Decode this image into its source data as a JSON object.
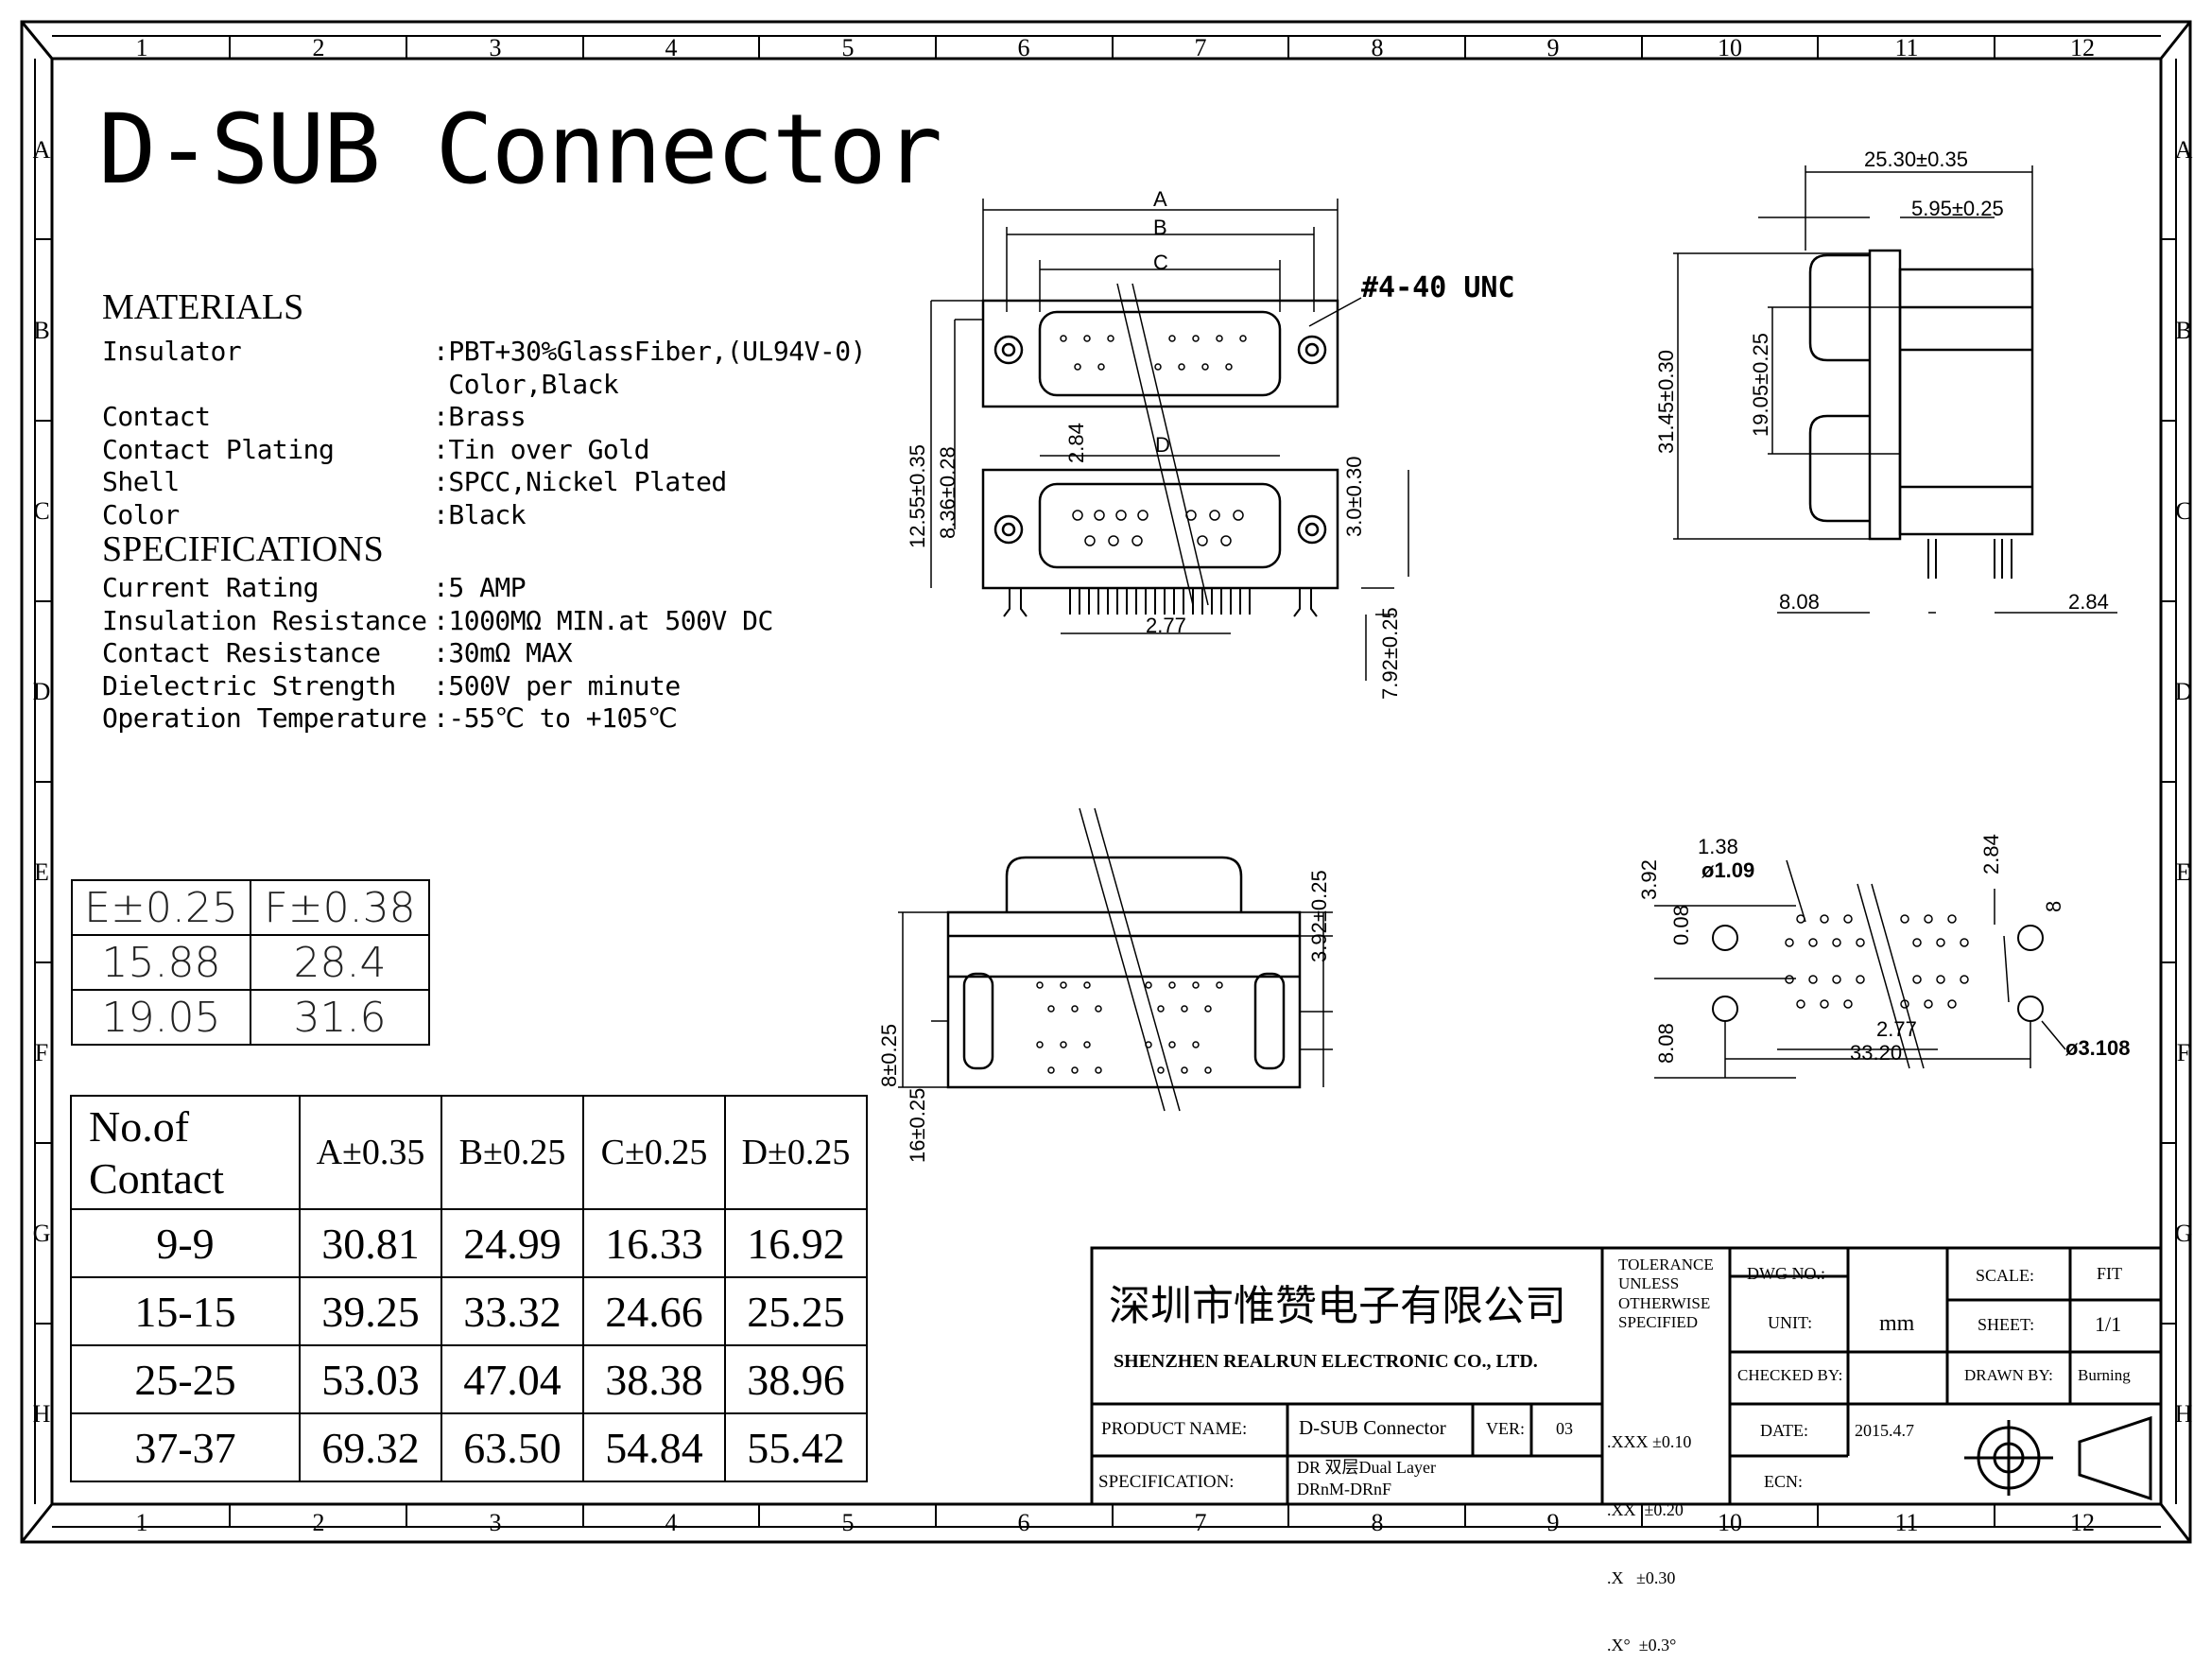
{
  "title": "D-SUB Connector",
  "zones": {
    "columns": [
      "1",
      "2",
      "3",
      "4",
      "5",
      "6",
      "7",
      "8",
      "9",
      "10",
      "11",
      "12"
    ],
    "rows": [
      "A",
      "B",
      "C",
      "D",
      "E",
      "F",
      "G",
      "H"
    ]
  },
  "materials": {
    "heading": "MATERIALS",
    "items": [
      {
        "label": "Insulator",
        "value": ":PBT+30%GlassFiber,(UL94V-0)"
      },
      {
        "label": "",
        "value": " Color,Black"
      },
      {
        "label": "Contact",
        "value": ":Brass"
      },
      {
        "label": "Contact Plating",
        "value": ":Tin over Gold"
      },
      {
        "label": "Shell",
        "value": ":SPCC,Nickel Plated"
      },
      {
        "label": "Color",
        "value": ":Black"
      }
    ]
  },
  "specifications": {
    "heading": "SPECIFICATIONS",
    "items": [
      {
        "label": "Current Rating",
        "value": ":5 AMP"
      },
      {
        "label": "Insulation Resistance",
        "value": ":1000MΩ MIN.at 500V DC"
      },
      {
        "label": "Contact Resistance",
        "value": ":30mΩ MAX"
      },
      {
        "label": "Dielectric Strength",
        "value": ":500V per minute"
      },
      {
        "label": "Operation Temperature",
        "value": ":-55℃ to +105℃"
      }
    ]
  },
  "ef_table": {
    "headers": [
      "E±0.25",
      "F±0.38"
    ],
    "rows": [
      [
        "15.88",
        "28.4"
      ],
      [
        "19.05",
        "31.6"
      ]
    ]
  },
  "dim_table": {
    "headers": [
      "No.of Contact",
      "A±0.35",
      "B±0.25",
      "C±0.25",
      "D±0.25"
    ],
    "rows": [
      [
        "9-9",
        "30.81",
        "24.99",
        "16.33",
        "16.92"
      ],
      [
        "15-15",
        "39.25",
        "33.32",
        "24.66",
        "25.25"
      ],
      [
        "25-25",
        "53.03",
        "47.04",
        "38.38",
        "38.96"
      ],
      [
        "37-37",
        "69.32",
        "63.50",
        "54.84",
        "55.42"
      ]
    ]
  },
  "drawing_labels": {
    "A": "A",
    "B": "B",
    "C": "C",
    "D": "D",
    "thread": "#4-40 UNC",
    "d_12_55": "12.55±0.35",
    "d_8_36": "8.36±0.28",
    "d_2_84a": "2.84",
    "d_3_0": "3.0±0.30",
    "d_2_77a": "2.77",
    "d_7_92": "7.92±0.25",
    "d_25_30": "25.30±0.35",
    "d_5_95": "5.95±0.25",
    "d_31_45": "31.45±0.30",
    "d_19_05": "19.05±0.25",
    "d_8_08a": "8.08",
    "d_2_84b": "2.84",
    "d_3_92a": "3.92±0.25",
    "d_8": "8±0.25",
    "d_16": "16±0.25",
    "d_1_38": "1.38",
    "d_1_09": "ø1.09",
    "d_3_92b": "3.92",
    "d_0_08": "0.08",
    "d_2_84c": "2.84",
    "d_8b": "8",
    "d_8_08b": "8.08",
    "d_2_77b": "2.77",
    "d_33_20": "33.20",
    "d_3_108": "ø3.108"
  },
  "title_block": {
    "company_cn": "深圳市惟赞电子有限公司",
    "company_en": "SHENZHEN REALRUN ELECTRONIC CO., LTD.",
    "tolerance_note": [
      "TOLERANCE",
      "UNLESS",
      "OTHERWISE",
      "SPECIFIED"
    ],
    "tolerances": [
      ".XXX ±0.10",
      ".XX  ±0.20",
      ".X   ±0.30",
      ".X°  ±0.3°"
    ],
    "dwg_no_label": "DWG NO.:",
    "dwg_no": "",
    "unit_label": "UNIT:",
    "unit": "mm",
    "scale_label": "SCALE:",
    "scale": "FIT",
    "sheet_label": "SHEET:",
    "sheet": "1/1",
    "checked_label": "CHECKED BY:",
    "checked": "",
    "drawn_label": "DRAWN BY:",
    "drawn": "Burning",
    "date_label": "DATE:",
    "date": "2015.4.7",
    "ecn_label": "ECN:",
    "ecn": "",
    "product_label": "PRODUCT NAME:",
    "product": "D-SUB Connector",
    "ver_label": "VER:",
    "ver": "03",
    "spec_label": "SPECIFICATION:",
    "spec_line1": "DR 双层Dual Layer",
    "spec_line2": "DRnM-DRnF"
  }
}
